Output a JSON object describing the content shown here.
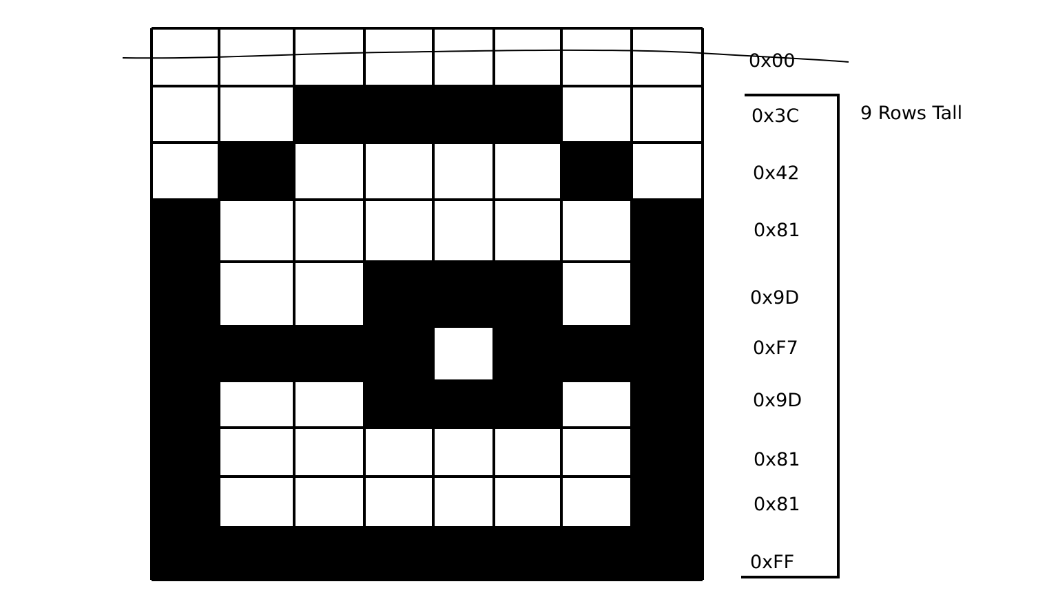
{
  "grid": {
    "columns": 8,
    "rows": [
      {
        "hex": "0x00",
        "bits": [
          0,
          0,
          0,
          0,
          0,
          0,
          0,
          0
        ]
      },
      {
        "hex": "0x3C",
        "bits": [
          0,
          0,
          1,
          1,
          1,
          1,
          0,
          0
        ]
      },
      {
        "hex": "0x42",
        "bits": [
          0,
          1,
          0,
          0,
          0,
          0,
          1,
          0
        ]
      },
      {
        "hex": "0x81",
        "bits": [
          1,
          0,
          0,
          0,
          0,
          0,
          0,
          1
        ]
      },
      {
        "hex": "0x9D",
        "bits": [
          1,
          0,
          0,
          1,
          1,
          1,
          0,
          1
        ]
      },
      {
        "hex": "0xF7",
        "bits": [
          1,
          1,
          1,
          1,
          0,
          1,
          1,
          1
        ]
      },
      {
        "hex": "0x9D",
        "bits": [
          1,
          0,
          0,
          1,
          1,
          1,
          0,
          1
        ]
      },
      {
        "hex": "0x81",
        "bits": [
          1,
          0,
          0,
          0,
          0,
          0,
          0,
          1
        ]
      },
      {
        "hex": "0x81",
        "bits": [
          1,
          0,
          0,
          0,
          0,
          0,
          0,
          1
        ]
      },
      {
        "hex": "0xFF",
        "bits": [
          1,
          1,
          1,
          1,
          1,
          1,
          1,
          1
        ]
      }
    ],
    "crossed_out_row": 0
  },
  "bracket": {
    "label": "9 Rows Tall",
    "spans_rows": [
      1,
      9
    ]
  },
  "colors": {
    "on": "#000000",
    "off": "#ffffff",
    "line": "#000000"
  }
}
